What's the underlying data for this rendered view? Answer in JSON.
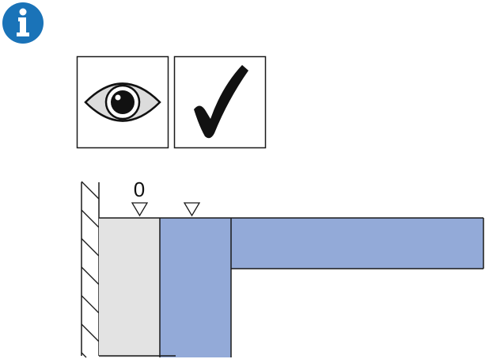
{
  "info_icon": {
    "name": "info-icon",
    "glyph": "i",
    "color": "#1a73b8"
  },
  "symbols": [
    {
      "name": "eye-icon",
      "meaning": "visual-inspection"
    },
    {
      "name": "checkmark-icon",
      "meaning": "ok"
    }
  ],
  "section": {
    "reference_label": "0",
    "wall_color": "#9a9a9a",
    "layer_color": "#e3e3e3",
    "slab_color": "#93aad8",
    "outline_color": "#1a1a1a"
  }
}
